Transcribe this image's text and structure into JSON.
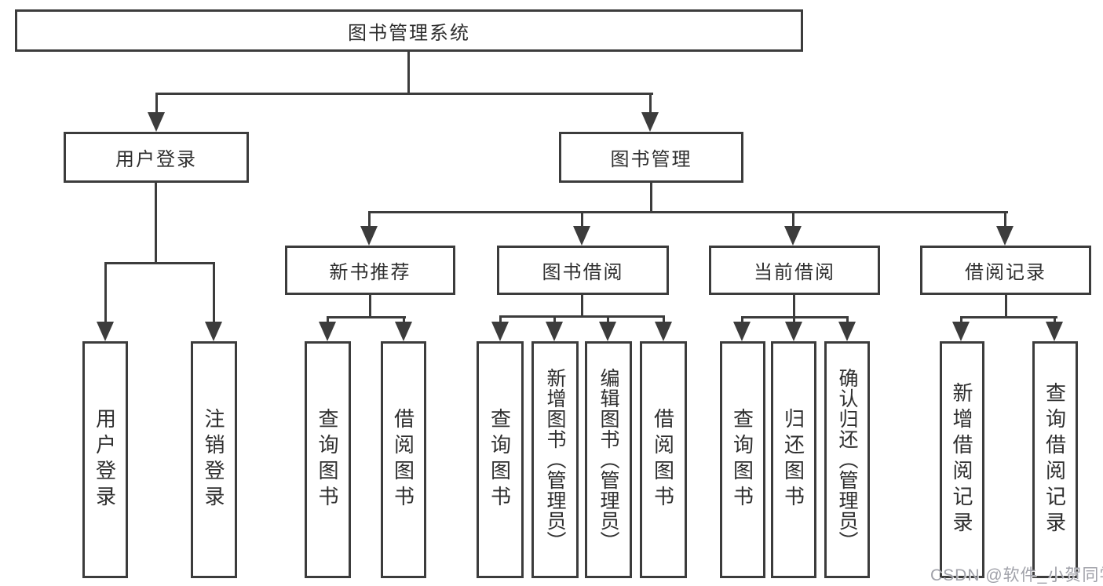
{
  "diagram": {
    "root": {
      "label": "图书管理系统"
    },
    "level2": {
      "user_login": {
        "label": "用户登录"
      },
      "book_management": {
        "label": "图书管理"
      }
    },
    "level3": {
      "new_book_recommend": {
        "label": "新书推荐"
      },
      "book_borrowing": {
        "label": "图书借阅"
      },
      "current_borrowing": {
        "label": "当前借阅"
      },
      "borrowing_records": {
        "label": "借阅记录"
      }
    },
    "leaves": {
      "user_login": {
        "label": "用户登录"
      },
      "logout": {
        "label": "注销登录"
      },
      "query_book_recommend": {
        "label": "查询图书"
      },
      "borrow_book_recommend": {
        "label": "借阅图书"
      },
      "query_book_borrowing": {
        "label": "查询图书"
      },
      "add_book_admin": {
        "label": "新增图书（管理员）"
      },
      "edit_book_admin": {
        "label": "编辑图书（管理员）"
      },
      "borrow_book_borrowing": {
        "label": "借阅图书"
      },
      "query_book_current": {
        "label": "查询图书"
      },
      "return_book": {
        "label": "归还图书"
      },
      "confirm_return_admin": {
        "label": "确认归还（管理员）"
      },
      "add_borrow_record": {
        "label": "新增借阅记录"
      },
      "query_borrow_record": {
        "label": "查询借阅记录"
      }
    }
  },
  "watermark": {
    "text": "CSDN @软件_小贺同学"
  },
  "colors": {
    "line": "#3c3c3c",
    "text": "#2f2f2f",
    "background": "#ffffff",
    "watermark": "#a0a1a9"
  }
}
